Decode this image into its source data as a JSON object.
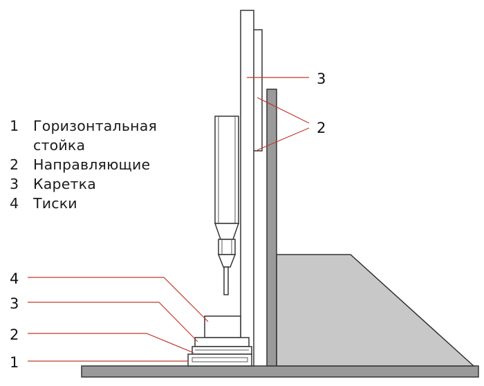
{
  "legend": {
    "items": [
      {
        "num": "1",
        "text": "Горизонтальная"
      },
      {
        "num": "",
        "text": "стойка"
      },
      {
        "num": "2",
        "text": "Направляющие"
      },
      {
        "num": "3",
        "text": "Каретка"
      },
      {
        "num": "4",
        "text": "Тиски"
      }
    ]
  },
  "callouts": {
    "right_3": "3",
    "right_2": "2",
    "left_4": "4",
    "left_3": "3",
    "left_2": "2",
    "left_1": "1"
  },
  "colors": {
    "leader_line": "#c0392b",
    "outline": "#333333",
    "post_fill": "#999999",
    "support_fill": "#c8c8c8",
    "base_fill": "#9a9a9a"
  }
}
